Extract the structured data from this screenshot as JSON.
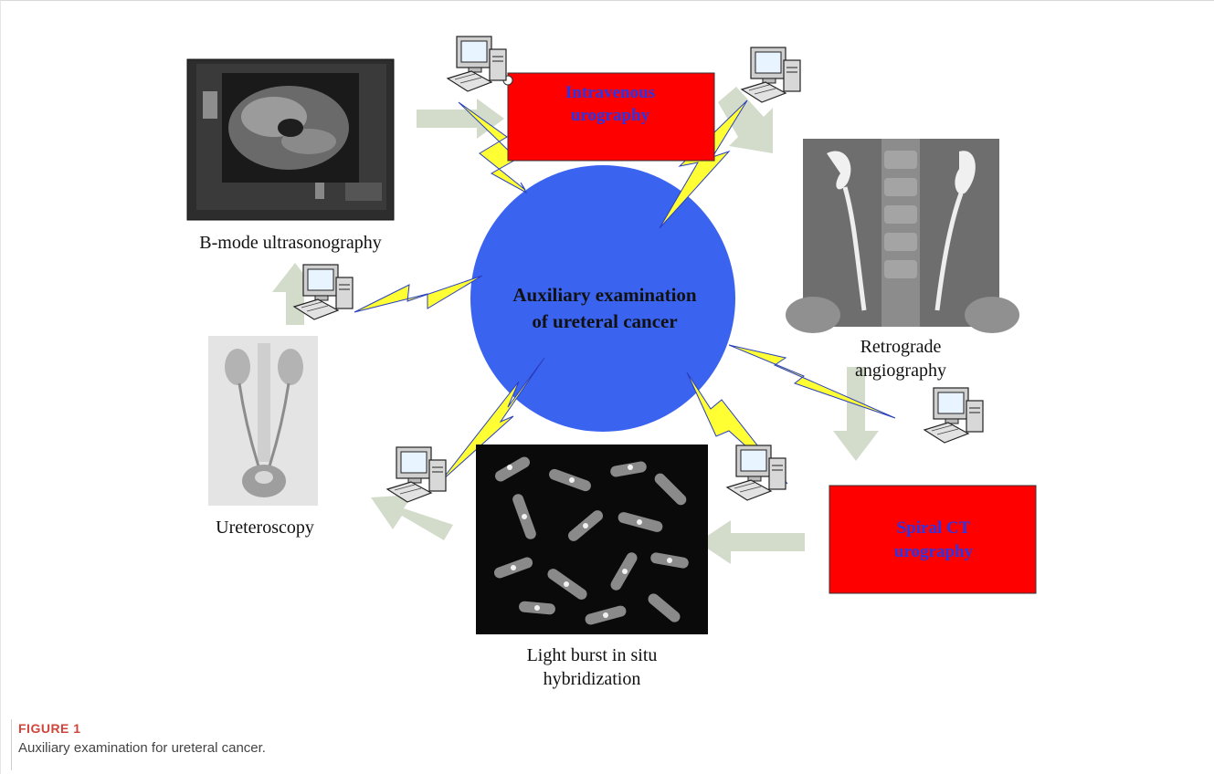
{
  "center": {
    "line1": "Auxiliary examination",
    "line2": "of ureteral cancer"
  },
  "nodes": {
    "b_mode": {
      "label": "B-mode ultrasonography"
    },
    "intravenous": {
      "line1": "Intravenous",
      "line2": "urography"
    },
    "retrograde": {
      "line1": "Retrograde",
      "line2": "angiography"
    },
    "spiral_ct": {
      "line1": "Spiral CT",
      "line2": "urography"
    },
    "light_burst": {
      "line1": "Light burst in situ",
      "line2": "hybridization"
    },
    "ureteroscopy": {
      "label": "Ureteroscopy"
    }
  },
  "caption": {
    "heading": "FIGURE 1",
    "text": "Auxiliary examination for ureteral cancer."
  },
  "colors": {
    "circle": "#3a63f0",
    "box": "#ff0000",
    "box_text": "#2a35e8",
    "bolt": "#ffff33",
    "arrow": "#d3dccb",
    "caption_heading": "#d0443b"
  }
}
